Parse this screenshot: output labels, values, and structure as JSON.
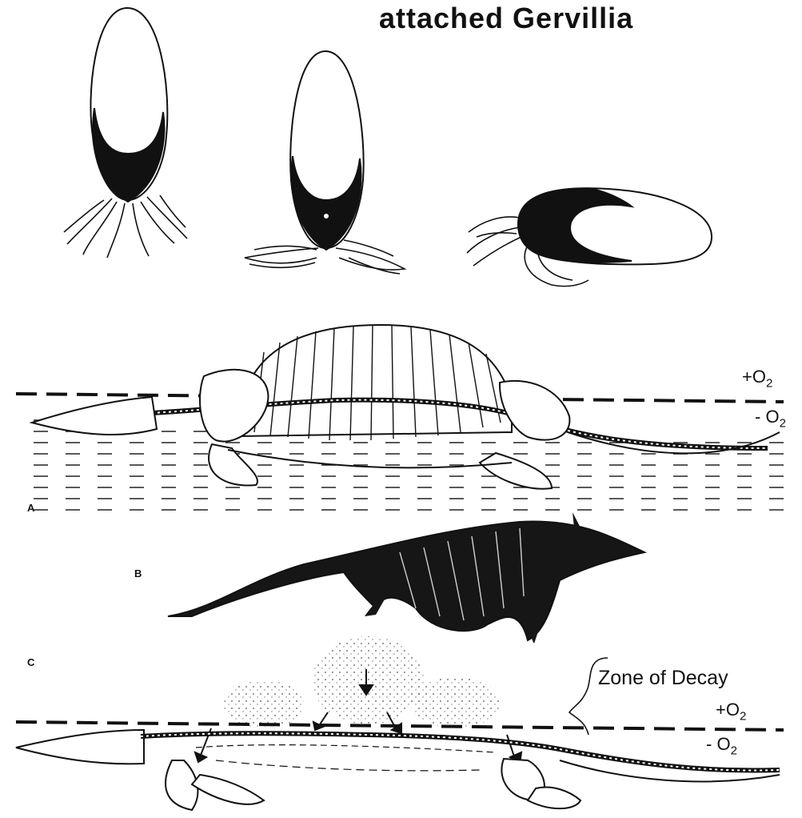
{
  "title": "attached Gervillia",
  "panels": {
    "a": "A",
    "b": "B",
    "c": "C"
  },
  "labels": {
    "oxygen_plus": "+O",
    "oxygen_minus": "- O",
    "oxygen_subscript": "2",
    "zone_of_decay": "Zone of Decay"
  },
  "icons": [
    "bivalve-shell-icon",
    "ichthyosaur-carcass-icon",
    "decay-arrow-icon"
  ],
  "colors": {
    "ink": "#111111",
    "paper": "#ffffff"
  }
}
